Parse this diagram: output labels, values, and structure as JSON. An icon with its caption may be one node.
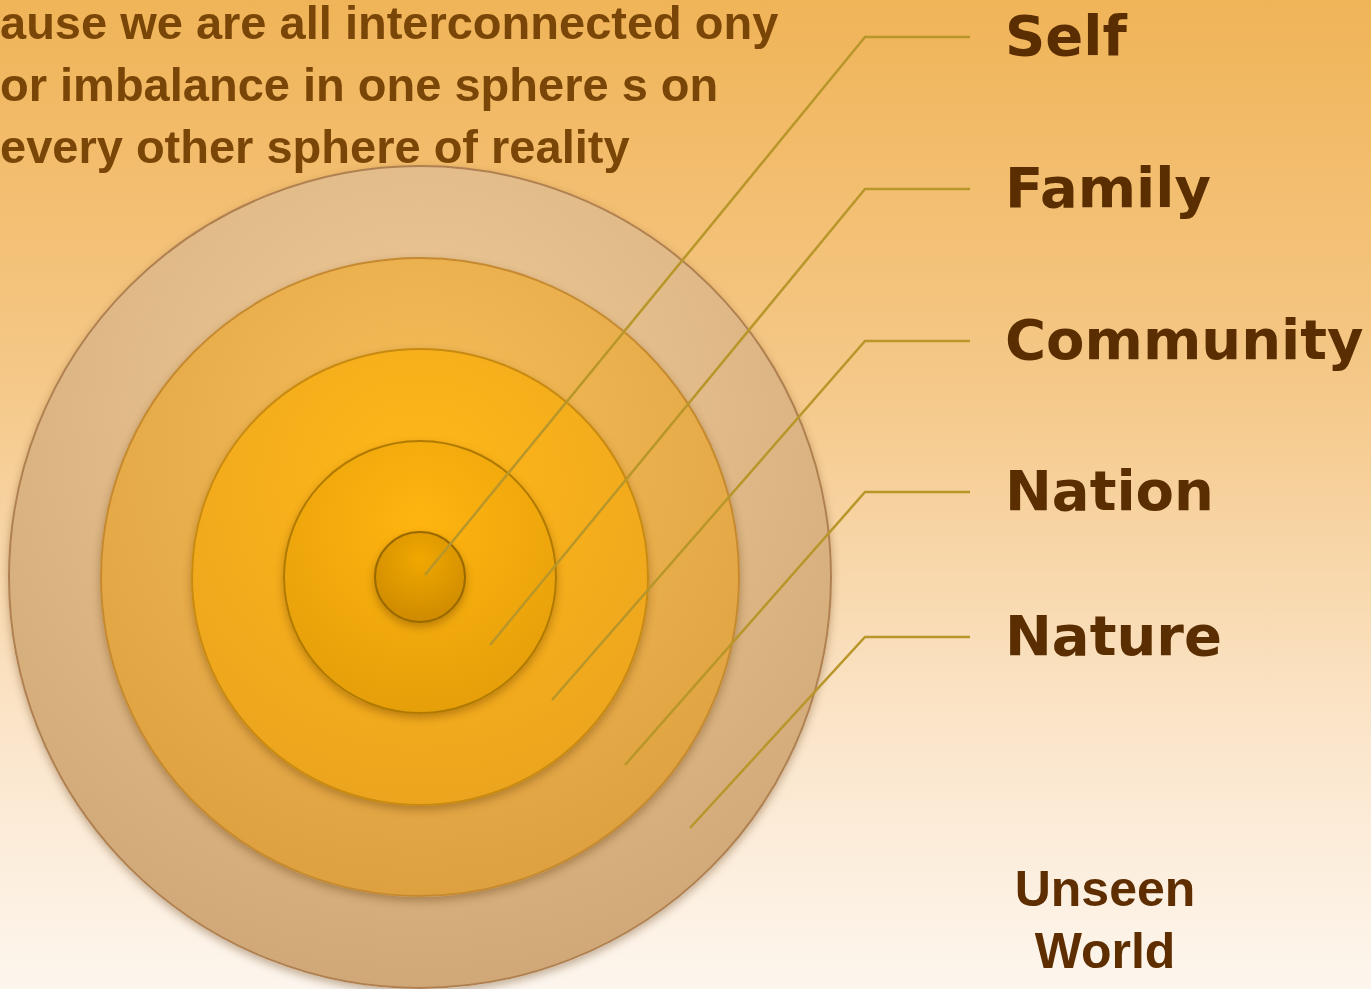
{
  "diagram": {
    "nodes": [
      {
        "text": [],
        "shape": "circle"
      },
      {
        "text": [],
        "shape": "circle",
        "in": 0
      },
      {
        "text": [],
        "shape": "circle",
        "in": 1
      },
      {
        "text": [],
        "shape": "circle",
        "in": 2
      },
      {
        "text": [],
        "shape": "circle",
        "in": 3
      },
      {
        "text": [
          "Self"
        ]
      },
      {
        "text": [
          "Family"
        ]
      },
      {
        "text": [
          "Community"
        ]
      },
      {
        "text": [
          "Nation"
        ]
      },
      {
        "text": [
          "Nature"
        ]
      }
    ],
    "edges": [
      {
        "from": 5,
        "to": 4,
        "arrow": "none"
      },
      {
        "from": 6,
        "to": 3,
        "arrow": "none"
      },
      {
        "from": 7,
        "to": 2,
        "arrow": "none"
      },
      {
        "from": 8,
        "to": 1,
        "arrow": "none"
      },
      {
        "from": 9,
        "to": 0,
        "arrow": "none"
      }
    ],
    "labels": [
      "ause we are all interconnected ony or imbalance in one sphere s on every other sphere of reality",
      "Unseen World"
    ]
  }
}
